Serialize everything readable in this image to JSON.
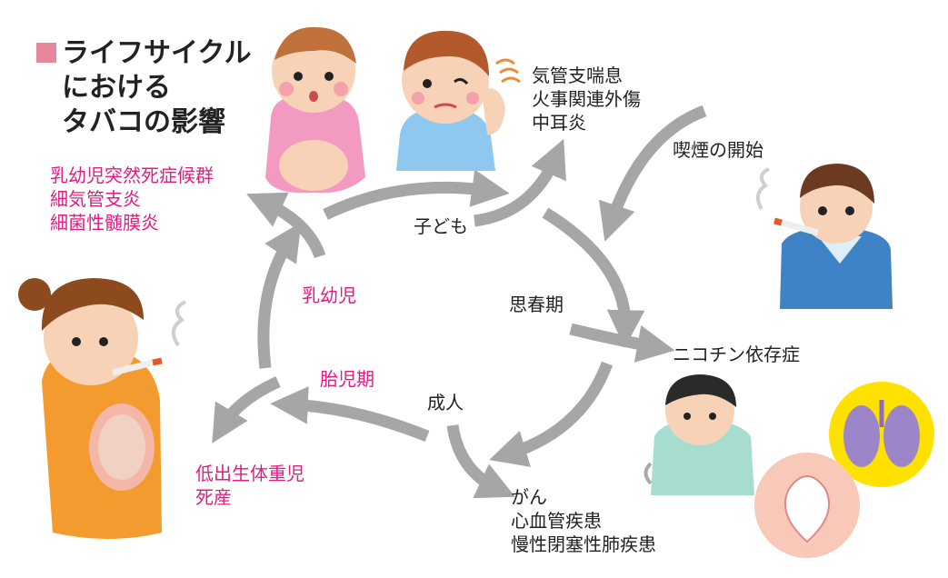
{
  "title": {
    "lines": [
      "ライフサイクル",
      "における",
      "タバコの影響"
    ],
    "marker_color": "#e8879b"
  },
  "stages": {
    "infant": "乳幼児",
    "child": "子ども",
    "adolescence": "思春期",
    "adult": "成人",
    "fetal": "胎児期"
  },
  "effects": {
    "infant": [
      "乳幼児突然死症候群",
      "細気管支炎",
      "細菌性髄膜炎"
    ],
    "child": [
      "気管支喘息",
      "火事関連外傷",
      "中耳炎"
    ],
    "smoking_start": "喫煙の開始",
    "nicotine": "ニコチン依存症",
    "adult": [
      "がん",
      "心血管疾患",
      "慢性閉塞性肺疾患"
    ],
    "fetal": [
      "低出生体重児",
      "死産"
    ]
  },
  "colors": {
    "pink_text": "#e21c82",
    "dark_text": "#222222",
    "arrow": "#a6a6a6"
  }
}
